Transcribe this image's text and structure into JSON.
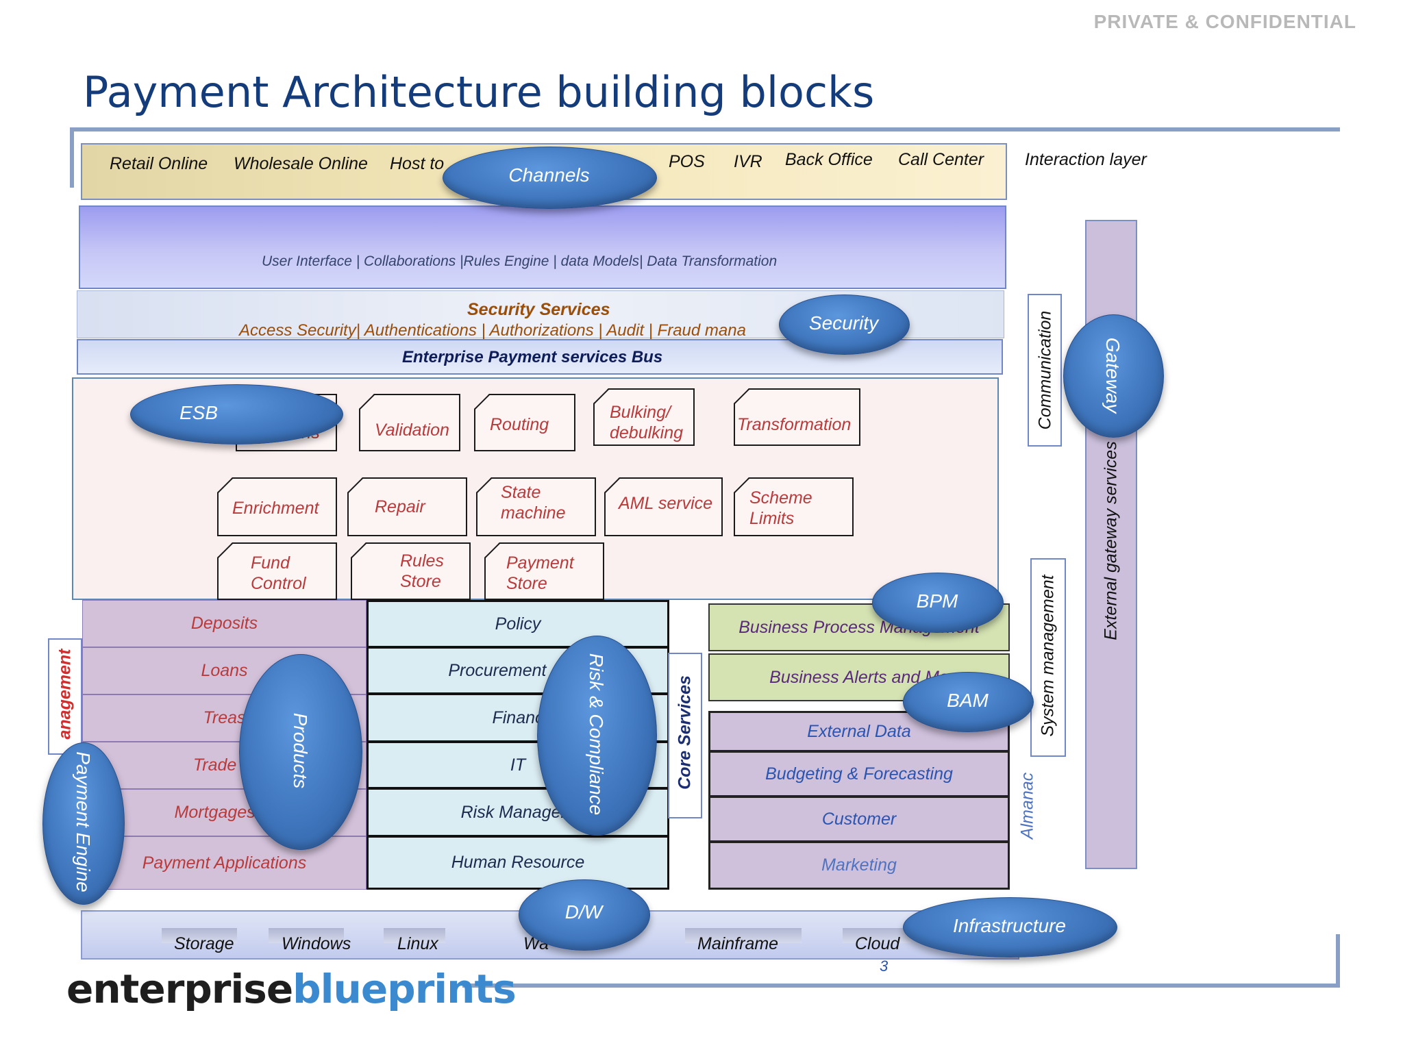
{
  "header": {
    "confidential": "PRIVATE & CONFIDENTIAL",
    "title": "Payment Architecture  building blocks"
  },
  "channels": {
    "items": [
      "Retail Online",
      "Wholesale Online",
      "Host to",
      "POS",
      "IVR",
      "Back Office",
      "Call Center"
    ],
    "layer_label": "Interaction layer"
  },
  "ui_layer": {
    "text": "User Interface | Collaborations |Rules Engine | data Models| Data Transformation"
  },
  "security": {
    "title": "Security  Services",
    "subtitle": "Access Security| Authentications | Authorizations | Audit | Fraud mana"
  },
  "bus": {
    "label": "Enterprise Payment services Bus"
  },
  "esb_services": [
    {
      "label": "ations"
    },
    {
      "label": "Validation"
    },
    {
      "label": "Routing"
    },
    {
      "label": "Bulking/\ndebulking"
    },
    {
      "label": "Transformation"
    },
    {
      "label": "Enrichment"
    },
    {
      "label": "Repair"
    },
    {
      "label": "State\nmachine"
    },
    {
      "label": "AML service"
    },
    {
      "label": "Scheme\nLimits"
    },
    {
      "label": "Fund\nControl"
    },
    {
      "label": "Rules\nStore"
    },
    {
      "label": "Payment\nStore"
    }
  ],
  "products": [
    "Deposits",
    "Loans",
    "Treas",
    "Trade Fi",
    "Mortgages Fi",
    "Payment Applications"
  ],
  "core": {
    "items": [
      "Policy",
      "Procurement & Ad",
      "Financ",
      "IT",
      "Risk Managem",
      "Human Resource"
    ],
    "label": "Core Services"
  },
  "bpm": [
    "Business Process Management",
    "Business Alerts and Mo"
  ],
  "data_blocks": [
    "External Data",
    "Budgeting & Forecasting",
    "Customer",
    "Marketing"
  ],
  "side": {
    "communication": "Communication",
    "system_management": "System management",
    "almanac": "Almanac",
    "external_gateway": "External gateway services",
    "left_management": "anagement"
  },
  "infrastructure": {
    "items": [
      "Storage",
      "Windows",
      "Linux",
      "Wa",
      "Mainframe",
      "Cloud"
    ],
    "extra": "3"
  },
  "bubbles": {
    "channels": "Channels",
    "security": "Security",
    "esb": "ESB",
    "bpm": "BPM",
    "bam": "BAM",
    "gateway": "Gateway",
    "products": "Products",
    "risk": "Risk & Compliance",
    "payment_engine": "Payment Engine",
    "dw": "D/W",
    "infrastructure": "Infrastructure"
  },
  "logo": {
    "part1": "enterprise",
    "part2": "blueprints"
  },
  "colors": {
    "title": "#153c7a",
    "bubble": "#3f76bd",
    "service_text": "#b93a3a",
    "security_text": "#9a4e0a"
  }
}
